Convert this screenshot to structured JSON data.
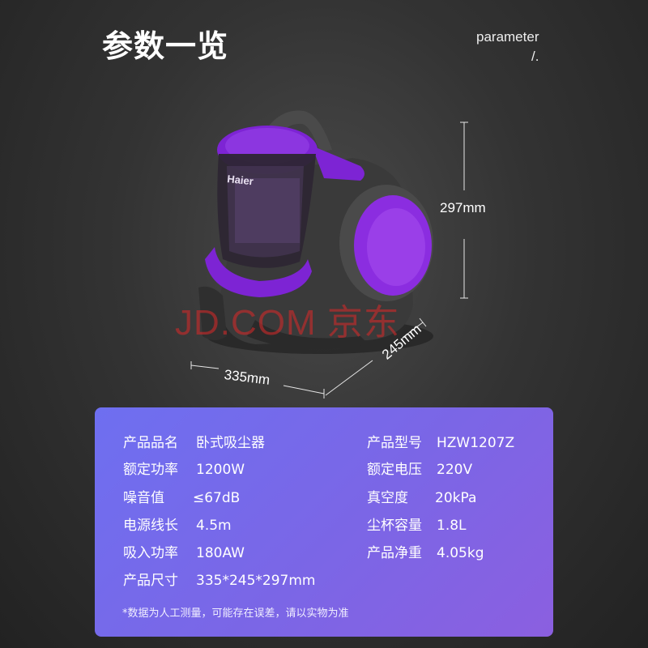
{
  "header": {
    "title": "参数一览",
    "subtitle_en": "parameter",
    "subtitle_slash": "/."
  },
  "product": {
    "brand": "Haier",
    "watermark": "JD.COM 京东",
    "colors": {
      "accent": "#7a1fd0",
      "body": "#3b3b3b"
    }
  },
  "dimensions": {
    "height": "297mm",
    "width": "335mm",
    "depth": "245mm"
  },
  "specs": {
    "left": [
      {
        "label": "产品品名",
        "value": "卧式吸尘器"
      },
      {
        "label": "额定功率",
        "value": "1200W"
      },
      {
        "label": "噪音值",
        "value": "≤67dB"
      },
      {
        "label": "电源线长",
        "value": "4.5m"
      },
      {
        "label": "吸入功率",
        "value": "180AW"
      },
      {
        "label": "产品尺寸",
        "value": "335*245*297mm"
      }
    ],
    "right": [
      {
        "label": "产品型号",
        "value": "HZW1207Z"
      },
      {
        "label": "额定电压",
        "value": "220V"
      },
      {
        "label": "真空度",
        "value": "20kPa"
      },
      {
        "label": "尘杯容量",
        "value": "1.8L"
      },
      {
        "label": "产品净重",
        "value": "4.05kg"
      }
    ],
    "note": "*数据为人工测量，可能存在误差，请以实物为准"
  }
}
